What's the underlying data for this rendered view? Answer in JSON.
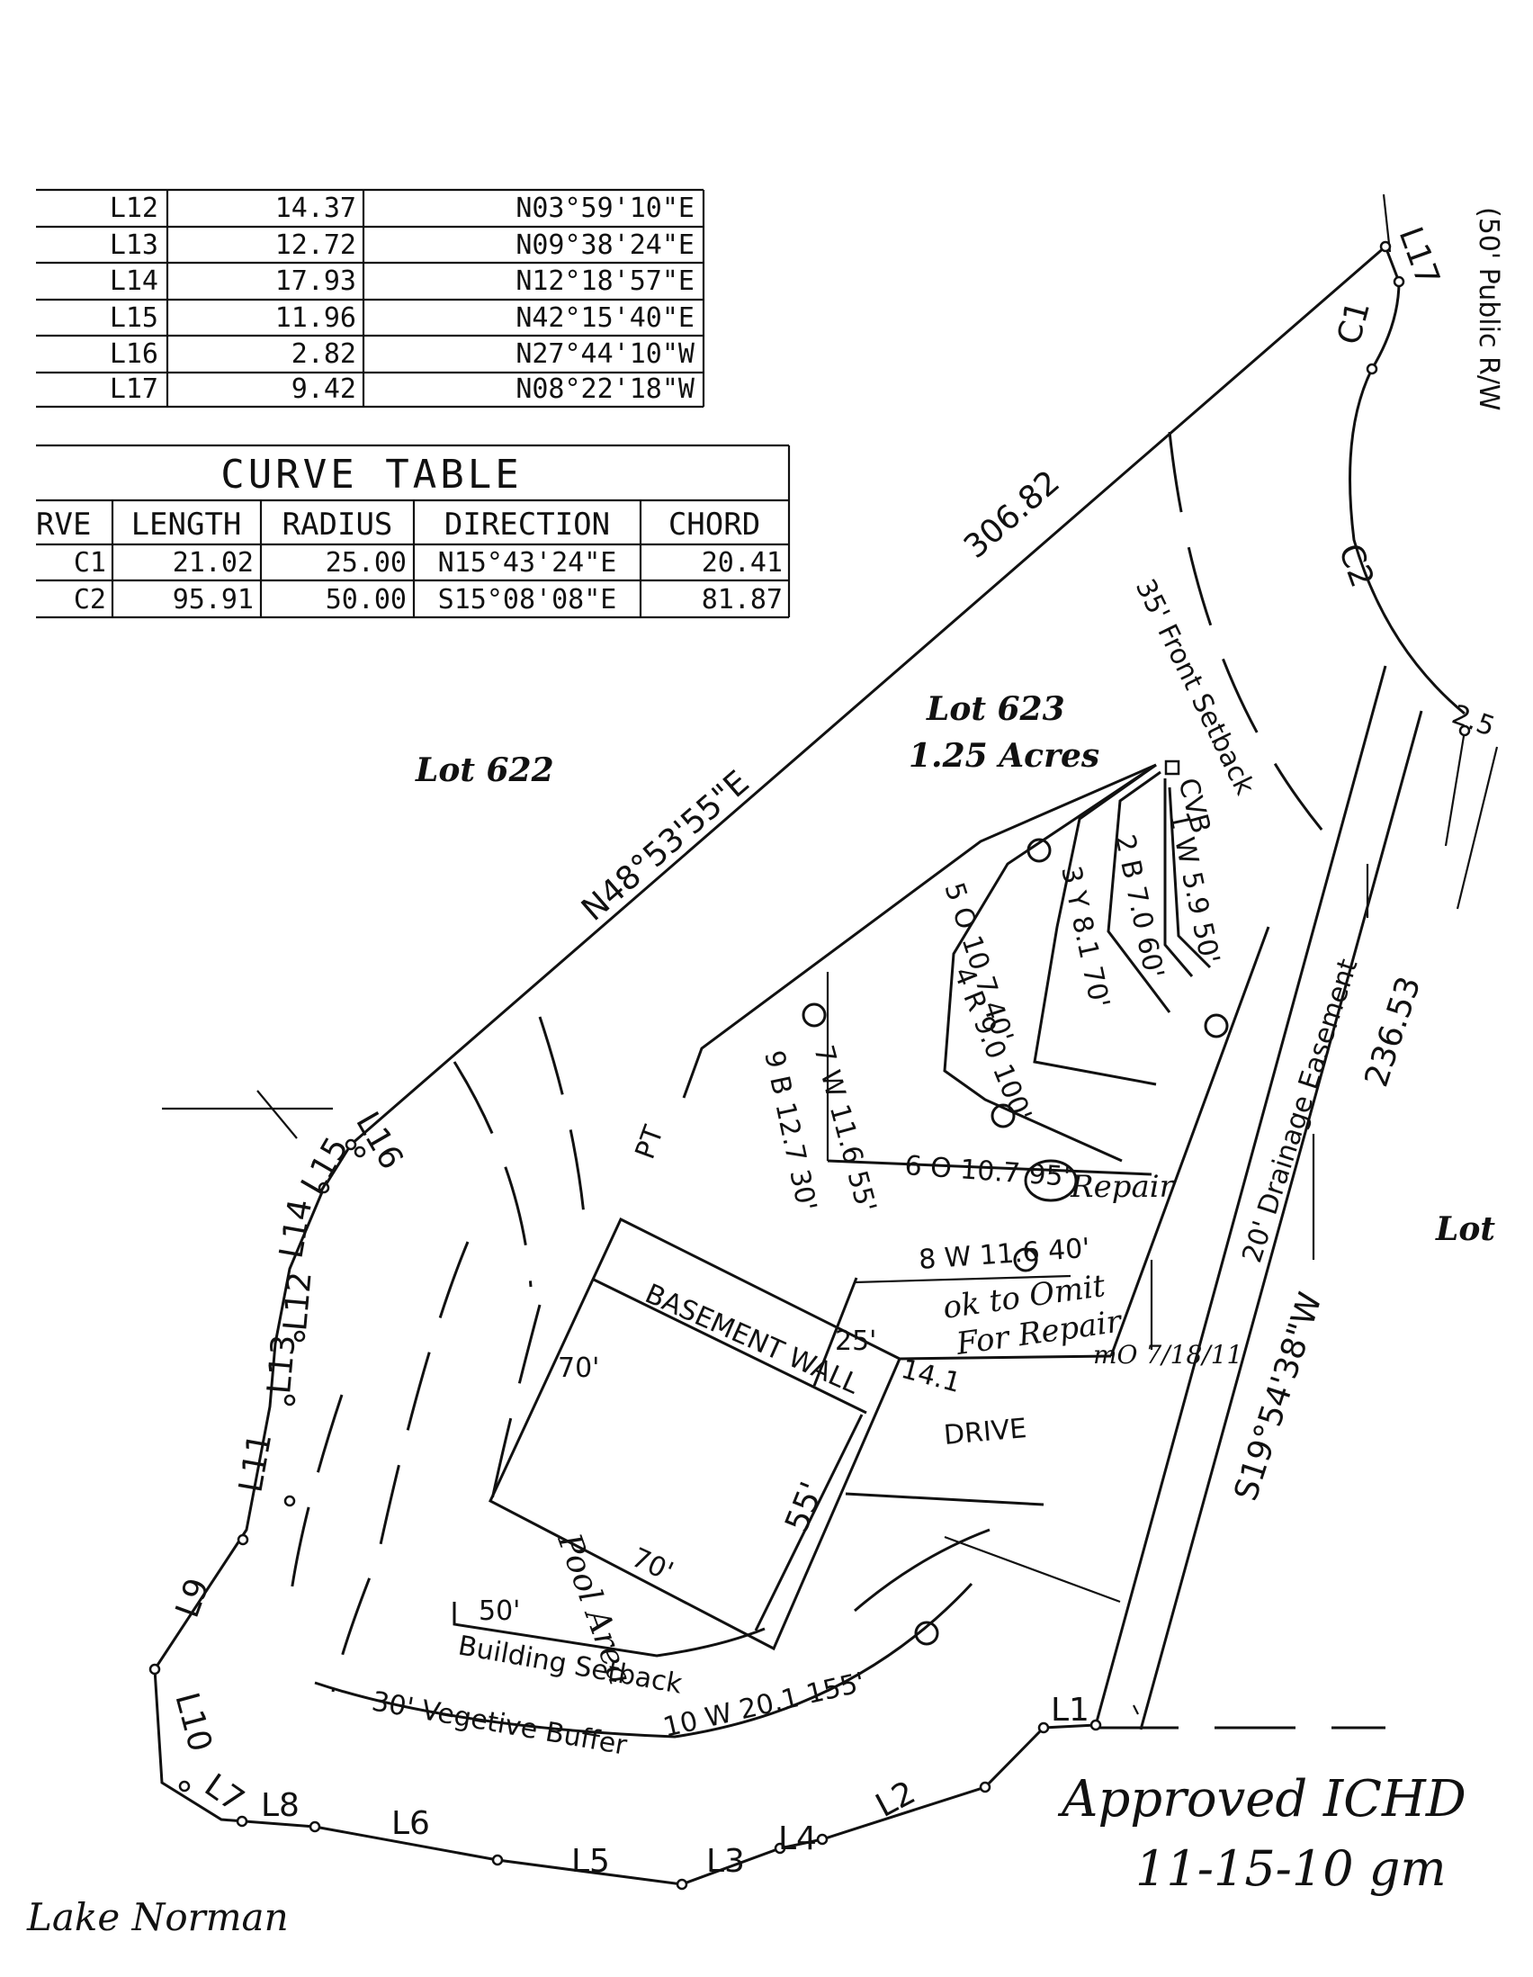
{
  "line_table": {
    "rows": [
      {
        "line": "L12",
        "length": "14.37",
        "bearing": "N03°59'10\"E"
      },
      {
        "line": "L13",
        "length": "12.72",
        "bearing": "N09°38'24\"E"
      },
      {
        "line": "L14",
        "length": "17.93",
        "bearing": "N12°18'57\"E"
      },
      {
        "line": "L15",
        "length": "11.96",
        "bearing": "N42°15'40\"E"
      },
      {
        "line": "L16",
        "length": "2.82",
        "bearing": "N27°44'10\"W"
      },
      {
        "line": "L17",
        "length": "9.42",
        "bearing": "N08°22'18\"W"
      }
    ]
  },
  "curve_table": {
    "title": "CURVE TABLE",
    "columns": [
      "RVE",
      "LENGTH",
      "RADIUS",
      "DIRECTION",
      "CHORD"
    ],
    "rows": [
      {
        "curve": "C1",
        "length": "21.02",
        "radius": "25.00",
        "direction": "N15°43'24\"E",
        "chord": "20.41"
      },
      {
        "curve": "C2",
        "length": "95.91",
        "radius": "50.00",
        "direction": "S15°08'08\"E",
        "chord": "81.87"
      }
    ]
  },
  "lots": {
    "lot_622": "Lot 622",
    "lot_623": "Lot 623",
    "lot_623_area": "1.25 Acres",
    "lot_right": "Lot",
    "lake": "Lake Norman"
  },
  "boundary": {
    "north_length": "306.82",
    "north_bearing": "N48°53'55\"E",
    "east_length": "236.53",
    "east_bearing": "S19°54'38\"W",
    "row_label": "(50' Public R/W",
    "dim_25": "2.5"
  },
  "segment_labels": [
    "L1",
    "L2",
    "L3",
    "L4",
    "L5",
    "L6",
    "L7",
    "L8",
    "L9",
    "L10",
    "L11",
    "L12",
    "L13",
    "L14",
    "L15",
    "L16",
    "L17",
    "C1",
    "C2"
  ],
  "features": {
    "front_setback": "35' Front Setback",
    "building_setback": "Building Setback",
    "building_setback_dist": "50'",
    "vegetive_buffer": "30' Vegetive Buffer",
    "drainage_easement": "20' Drainage Easement",
    "basement_wall": "BASEMENT WALL",
    "drive": "DRIVE",
    "pool_area": "Pool Area",
    "house_dim_top": "70'",
    "house_dim_bottom": "70'",
    "house_dim_depth": "55'",
    "dim_25_drive": "25'",
    "dim_14": "14.1",
    "cvb": "CVB",
    "pt": "PT"
  },
  "septic_lines": [
    "1 W 5.9 50'",
    "2 B 7.0 60'",
    "3 Y 8.1 70'",
    "4 R 9.0 100'",
    "5 O 10.7 40'",
    "6 O 10.7 95'",
    "7 W 11.6 55'",
    "8 W 11.6 40'",
    "9 B 12.7 30'",
    "10 W 20.1 155'"
  ],
  "annotations": {
    "repair": "Repair",
    "omit_note_1": "ok to Omit",
    "omit_note_2": "For Repair",
    "initials_date": "mO 7/18/11",
    "approved": "Approved ICHD",
    "approved_date": "11-15-10 gm"
  }
}
